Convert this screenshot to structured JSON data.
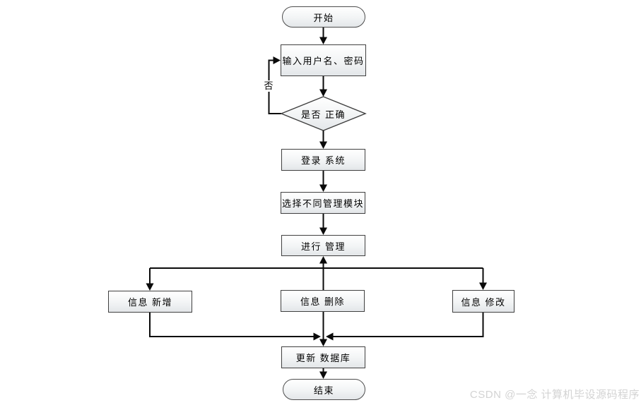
{
  "nodes": {
    "start": "开始",
    "input_credentials": "输入用户名、密码",
    "decision": "是否 正确",
    "login": "登录 系统",
    "select_module": "选择不同管理模块",
    "manage": "进行 管理",
    "info_add": "信息 新增",
    "info_delete": "信息 删除",
    "info_modify": "信息 修改",
    "update_db": "更新 数据库",
    "end": "结束"
  },
  "edge_labels": {
    "no": "否"
  },
  "watermark": {
    "text": "CSDN @一念 计算机毕设源码程序"
  },
  "colors": {
    "node_fill_top": "#ffffff",
    "node_fill_bottom": "#e3e6e9",
    "node_border": "#404040",
    "connector": "#0a0a0a",
    "text": "#000000",
    "watermark": "#d3d3d3"
  }
}
